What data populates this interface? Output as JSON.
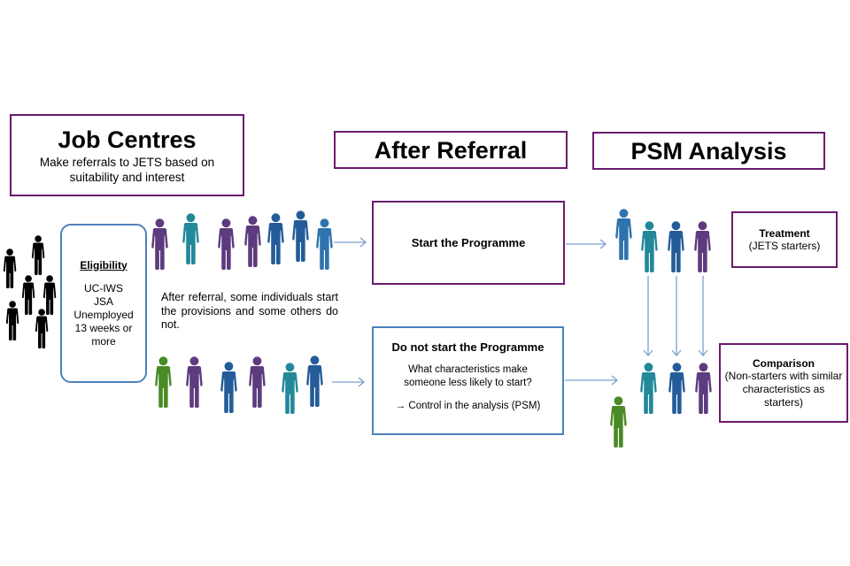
{
  "colors": {
    "purple_border": "#6a1b6e",
    "blue_border": "#4f81bd",
    "arrow": "#7aa0cf",
    "person_black": "#000000",
    "person_purple": "#5c3b7e",
    "person_teal": "#23889a",
    "person_navy": "#245c99",
    "person_blue": "#2e73ad",
    "person_green": "#4a8a26"
  },
  "job_centres": {
    "title": "Job Centres",
    "subtitle": "Make referrals to JETS based on suitability and interest"
  },
  "eligibility": {
    "heading": "Eligibility",
    "lines": [
      "UC-IWS",
      "JSA",
      "Unemployed",
      "13 weeks or",
      "more"
    ]
  },
  "after_referral": {
    "title": "After Referral",
    "description": "After referral, some individuals start the provisions and some others do not.",
    "start_box": {
      "label": "Start the Programme"
    },
    "not_start_box": {
      "title": "Do not start the Programme",
      "question": "What characteristics make someone less likely to start?",
      "control": "→ Control in the analysis (PSM)"
    }
  },
  "psm_analysis": {
    "title": "PSM Analysis",
    "treatment": {
      "title": "Treatment",
      "subtitle": "(JETS starters)"
    },
    "comparison": {
      "title": "Comparison",
      "subtitle": "(Non-starters with similar characteristics as starters)"
    }
  },
  "groups": {
    "pool": [
      "black",
      "black",
      "black",
      "black",
      "black",
      "black",
      "black"
    ],
    "starters_row": [
      "purple",
      "teal",
      "purple",
      "purple",
      "navy",
      "navy",
      "blue"
    ],
    "nonstarters_row": [
      "green",
      "purple",
      "navy",
      "purple",
      "teal",
      "navy"
    ],
    "treatment_group": [
      "blue",
      "teal",
      "navy",
      "purple"
    ],
    "comparison_group": [
      "teal",
      "navy",
      "purple"
    ],
    "unmatched": [
      "green"
    ]
  }
}
